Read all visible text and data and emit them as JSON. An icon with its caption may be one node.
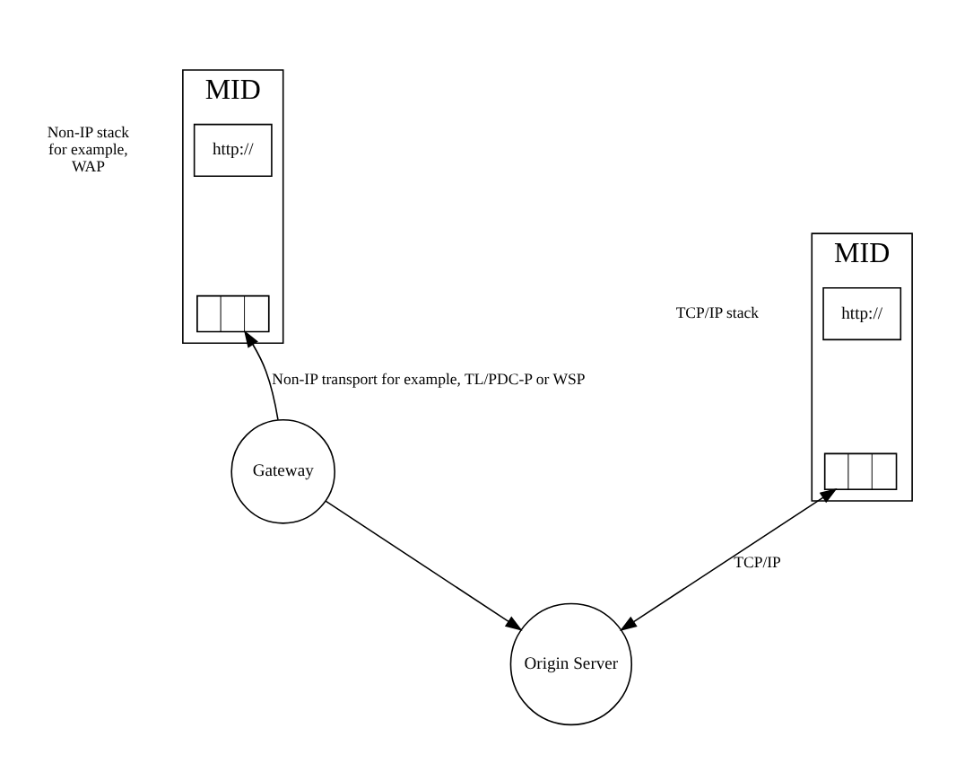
{
  "diagram": {
    "nodes": [
      {
        "text": [
          "MID"
        ],
        "beside": [
          "Non-IP stack for example, WAP"
        ]
      },
      {
        "text": [
          "http://"
        ],
        "in": 0
      },
      {
        "text": [],
        "shape": "box",
        "in": 0
      },
      {
        "text": [
          "MID"
        ],
        "beside": [
          "TCP/IP stack"
        ]
      },
      {
        "text": [
          "http://"
        ],
        "in": 3
      },
      {
        "text": [],
        "shape": "box",
        "in": 3
      },
      {
        "text": [
          "Gateway"
        ]
      },
      {
        "text": [
          "Origin Server"
        ]
      }
    ],
    "edges": [
      {
        "from": 6,
        "to": 2,
        "arrow": "to",
        "label": "Non-IP transport for example, TL/PDC-P or WSP"
      },
      {
        "from": 6,
        "to": 7,
        "arrow": "to"
      },
      {
        "from": 5,
        "to": 7,
        "arrow": "both",
        "label": "TCP/IP"
      }
    ]
  }
}
